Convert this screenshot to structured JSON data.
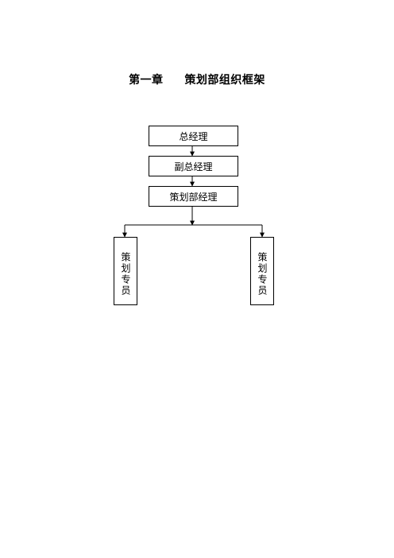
{
  "document": {
    "chapter": "第一章",
    "title": "策划部组织框架"
  },
  "org_chart": {
    "top": "总经理",
    "deputy": "副总经理",
    "manager": "策划部经理",
    "staff_left": "策划专员",
    "staff_right": "策划专员"
  }
}
